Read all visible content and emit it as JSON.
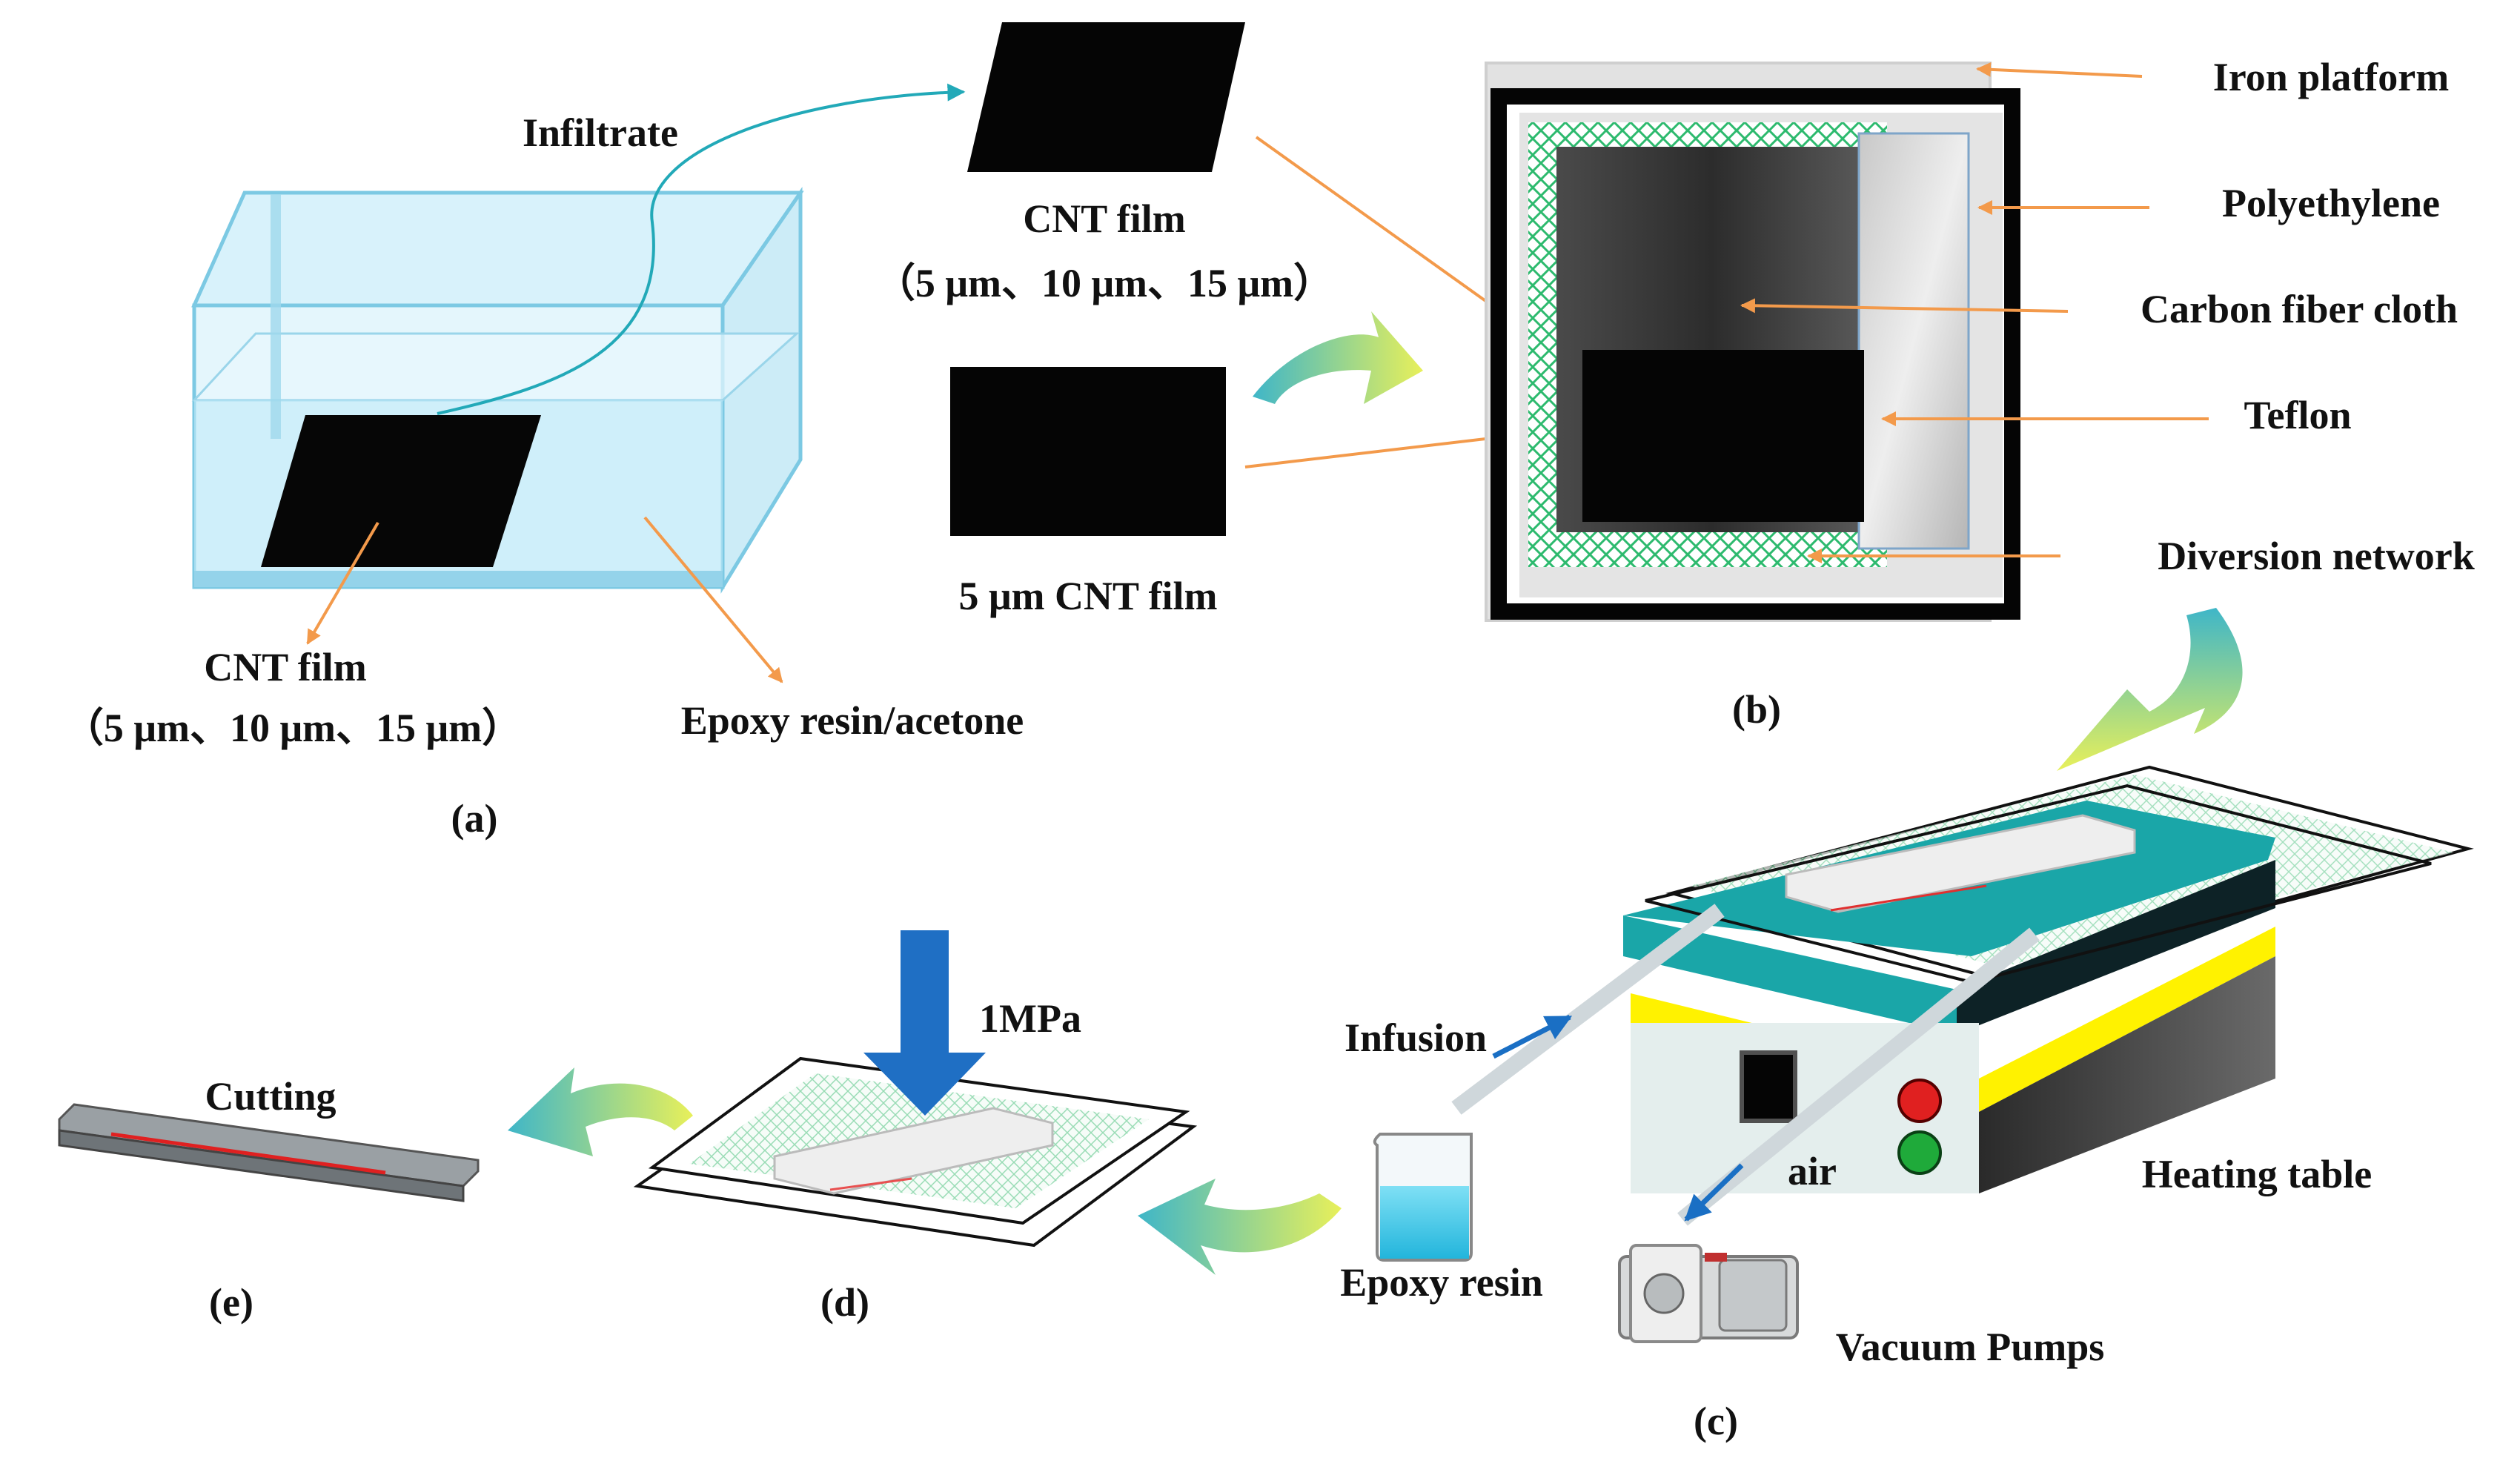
{
  "panel_a": {
    "caption": "(a)",
    "infiltrate": "Infiltrate",
    "cnt_film_label": "CNT film",
    "cnt_thickness": "（5 μm、10 μm、15 μm）",
    "solution_label": "Epoxy resin/acetone"
  },
  "films": {
    "cnt_film_label": "CNT film",
    "cnt_thickness": "（5 μm、10 μm、15 μm）",
    "thin_film_label": "5 μm CNT film"
  },
  "panel_b": {
    "caption": "(b)",
    "iron_platform": "Iron platform",
    "polyethylene": "Polyethylene",
    "carbon_fiber_cloth": "Carbon fiber cloth",
    "teflon": "Teflon",
    "diversion_network": "Diversion network"
  },
  "panel_c": {
    "caption": "(c)",
    "infusion": "Infusion",
    "air": "air",
    "epoxy_resin": "Epoxy resin",
    "vacuum_pumps": "Vacuum Pumps",
    "heating_table": "Heating table"
  },
  "panel_d": {
    "caption": "(d)",
    "pressure": "1MPa"
  },
  "panel_e": {
    "caption": "(e)",
    "cutting": "Cutting"
  },
  "colors": {
    "orange_arrow": "#f39a4b",
    "teal_arrow": "#22a9b8",
    "flow_arrow": "#1a6fc4",
    "glass": "#bfe9f7",
    "mesh": "#2dba6e",
    "heater_top": "#1aa6a8",
    "heater_yellow": "#fff200",
    "pressure_arrow": "#1f6fc4"
  }
}
